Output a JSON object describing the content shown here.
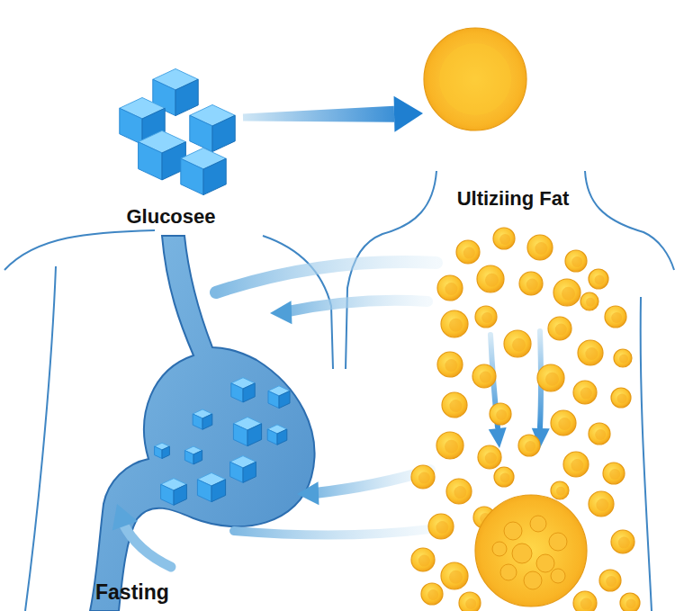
{
  "diagram": {
    "nodes": [
      {
        "text": [
          "Glucosee"
        ]
      },
      {
        "text": [
          "Ultiziing Fat"
        ]
      }
    ],
    "edges": [
      {
        "from": 0,
        "to": 1,
        "arrow": "to"
      }
    ],
    "labels": [
      "Fasting"
    ]
  }
}
